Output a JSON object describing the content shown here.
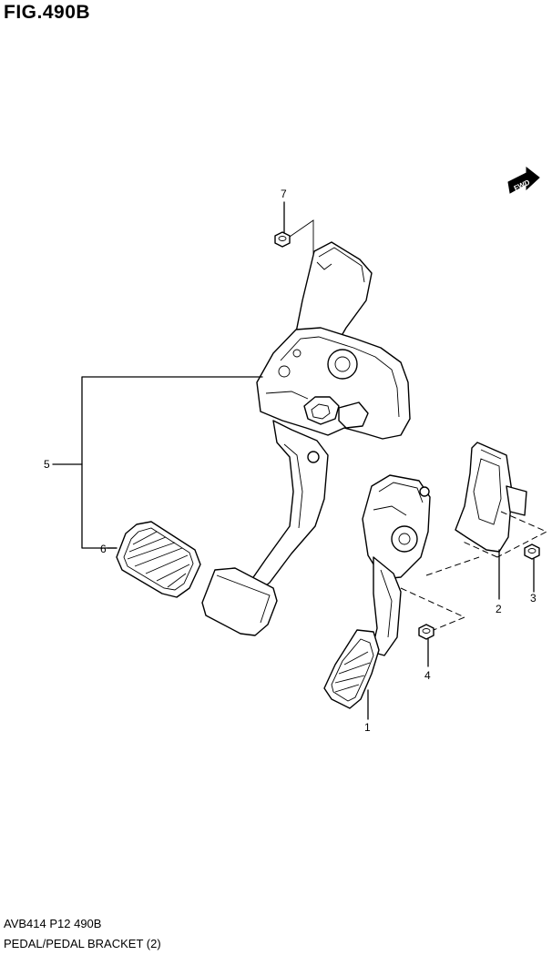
{
  "figure": {
    "title": "FIG.490B",
    "footer_code": "AVB414 P12 490B",
    "footer_name": "PEDAL/PEDAL BRACKET (2)"
  },
  "direction_marker": {
    "label": "FWD"
  },
  "callouts": {
    "part1": "1",
    "part2": "2",
    "part3": "3",
    "part4": "4",
    "part5": "5",
    "part6": "6",
    "part7": "7"
  }
}
